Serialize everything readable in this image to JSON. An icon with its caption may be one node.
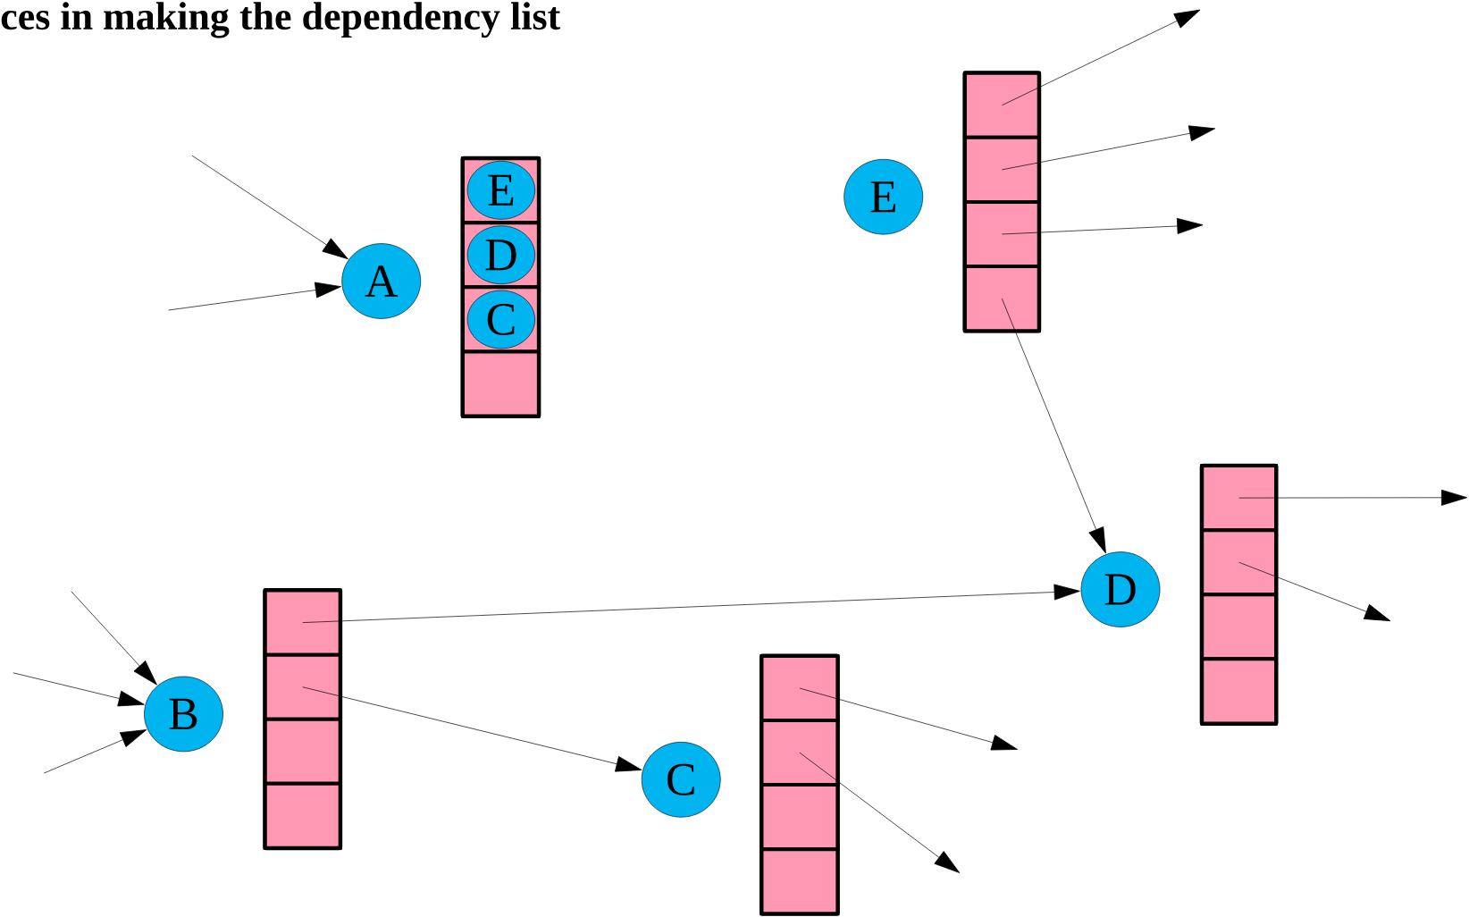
{
  "diagram": {
    "title": "ces in making the dependency list",
    "nodes": [
      {
        "text": [
          "A"
        ]
      },
      {
        "text": [],
        "shape": "box"
      },
      {
        "text": [],
        "shape": "box",
        "in": 1
      },
      {
        "text": [],
        "shape": "box",
        "in": 1
      },
      {
        "text": [],
        "shape": "box",
        "in": 1
      },
      {
        "text": [],
        "shape": "box",
        "in": 1
      },
      {
        "text": [
          "E"
        ],
        "in": 2
      },
      {
        "text": [
          "D"
        ],
        "in": 3
      },
      {
        "text": [
          "C"
        ],
        "in": 4
      },
      {
        "text": [
          "E"
        ]
      },
      {
        "text": [],
        "shape": "box"
      },
      {
        "text": [],
        "shape": "box",
        "in": 10
      },
      {
        "text": [],
        "shape": "box",
        "in": 10
      },
      {
        "text": [],
        "shape": "box",
        "in": 10
      },
      {
        "text": [],
        "shape": "box",
        "in": 10
      },
      {
        "text": [
          "D"
        ]
      },
      {
        "text": [],
        "shape": "box"
      },
      {
        "text": [],
        "shape": "box",
        "in": 16
      },
      {
        "text": [],
        "shape": "box",
        "in": 16
      },
      {
        "text": [],
        "shape": "box",
        "in": 16
      },
      {
        "text": [],
        "shape": "box",
        "in": 16
      },
      {
        "text": [
          "B"
        ]
      },
      {
        "text": [],
        "shape": "box"
      },
      {
        "text": [],
        "shape": "box",
        "in": 22
      },
      {
        "text": [],
        "shape": "box",
        "in": 22
      },
      {
        "text": [],
        "shape": "box",
        "in": 22
      },
      {
        "text": [],
        "shape": "box",
        "in": 22
      },
      {
        "text": [
          "C"
        ]
      },
      {
        "text": [],
        "shape": "box"
      },
      {
        "text": [],
        "shape": "box",
        "in": 28
      },
      {
        "text": [],
        "shape": "box",
        "in": 28
      },
      {
        "text": [],
        "shape": "box",
        "in": 28
      },
      {
        "text": [],
        "shape": "box",
        "in": 28
      }
    ],
    "edges": [
      {
        "from": null,
        "to": 0,
        "arrow": "to"
      },
      {
        "from": null,
        "to": 0,
        "arrow": "to"
      },
      {
        "from": null,
        "to": 21,
        "arrow": "to"
      },
      {
        "from": null,
        "to": 21,
        "arrow": "to"
      },
      {
        "from": null,
        "to": 21,
        "arrow": "to"
      },
      {
        "from": 23,
        "to": 15,
        "arrow": "to"
      },
      {
        "from": 24,
        "to": 27,
        "arrow": "to"
      },
      {
        "from": 29,
        "to": null,
        "arrow": "to"
      },
      {
        "from": 30,
        "to": null,
        "arrow": "to"
      },
      {
        "from": 11,
        "to": null,
        "arrow": "to"
      },
      {
        "from": 12,
        "to": null,
        "arrow": "to"
      },
      {
        "from": 13,
        "to": null,
        "arrow": "to"
      },
      {
        "from": 14,
        "to": 15,
        "arrow": "to"
      },
      {
        "from": 17,
        "to": null,
        "arrow": "to"
      },
      {
        "from": 18,
        "to": null,
        "arrow": "to"
      }
    ]
  }
}
